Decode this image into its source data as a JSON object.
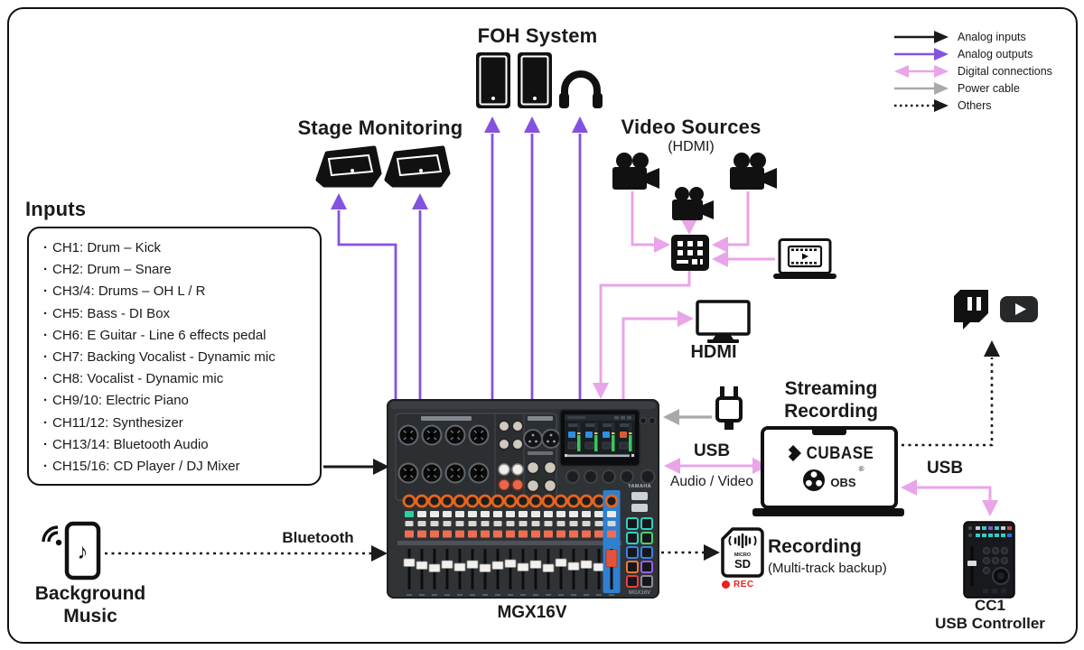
{
  "legend": {
    "items": [
      {
        "label": "Analog inputs"
      },
      {
        "label": "Analog outputs"
      },
      {
        "label": "Digital connections"
      },
      {
        "label": "Power cable"
      },
      {
        "label": "Others"
      }
    ]
  },
  "foh": {
    "title": "FOH System"
  },
  "stage": {
    "title": "Stage Monitoring"
  },
  "video": {
    "title": "Video Sources",
    "subtitle": "(HDMI)"
  },
  "inputs": {
    "title": "Inputs",
    "items": [
      "CH1: Drum – Kick",
      "CH2: Drum – Snare",
      "CH3/4: Drums – OH L / R",
      "CH5: Bass - DI Box",
      "CH6: E Guitar -  Line 6 effects pedal",
      "CH7: Backing Vocalist - Dynamic mic",
      "CH8: Vocalist - Dynamic mic",
      "CH9/10: Electric Piano",
      "CH11/12: Synthesizer",
      "CH13/14: Bluetooth Audio",
      "CH15/16: CD Player / DJ Mixer"
    ]
  },
  "hdmi": {
    "label": "HDMI"
  },
  "streaming": {
    "title_line1": "Streaming",
    "title_line2": "Recording",
    "cubase_label": "CUBASE",
    "obs_label": "OBS",
    "reg": "®"
  },
  "recording": {
    "title": "Recording",
    "subtitle": "(Multi-track backup)",
    "micro": "MICRO",
    "sd": "SD",
    "rec": "REC"
  },
  "background": {
    "line1": "Background",
    "line2": "Music"
  },
  "mixer": {
    "label": "MGX16V",
    "brand": "YAMAHA",
    "panel_label": "MGX16V"
  },
  "cc1": {
    "line1": "CC1",
    "line2": "USB Controller"
  },
  "connections": {
    "bluetooth": "Bluetooth",
    "usb_av": "USB",
    "usb_av_sub": "Audio / Video",
    "usb_cc1": "USB"
  },
  "icons": {
    "music_note": "♪"
  },
  "colors": {
    "analog_input": "#1a1a1a",
    "analog_output": "#8552e0",
    "digital": "#eaa4e8",
    "power": "#a9a9a9",
    "others": "#1a1a1a",
    "rec_red": "#e8211d",
    "stereo_blue": "#2f80d0",
    "knob_orange": "#e8641e"
  }
}
